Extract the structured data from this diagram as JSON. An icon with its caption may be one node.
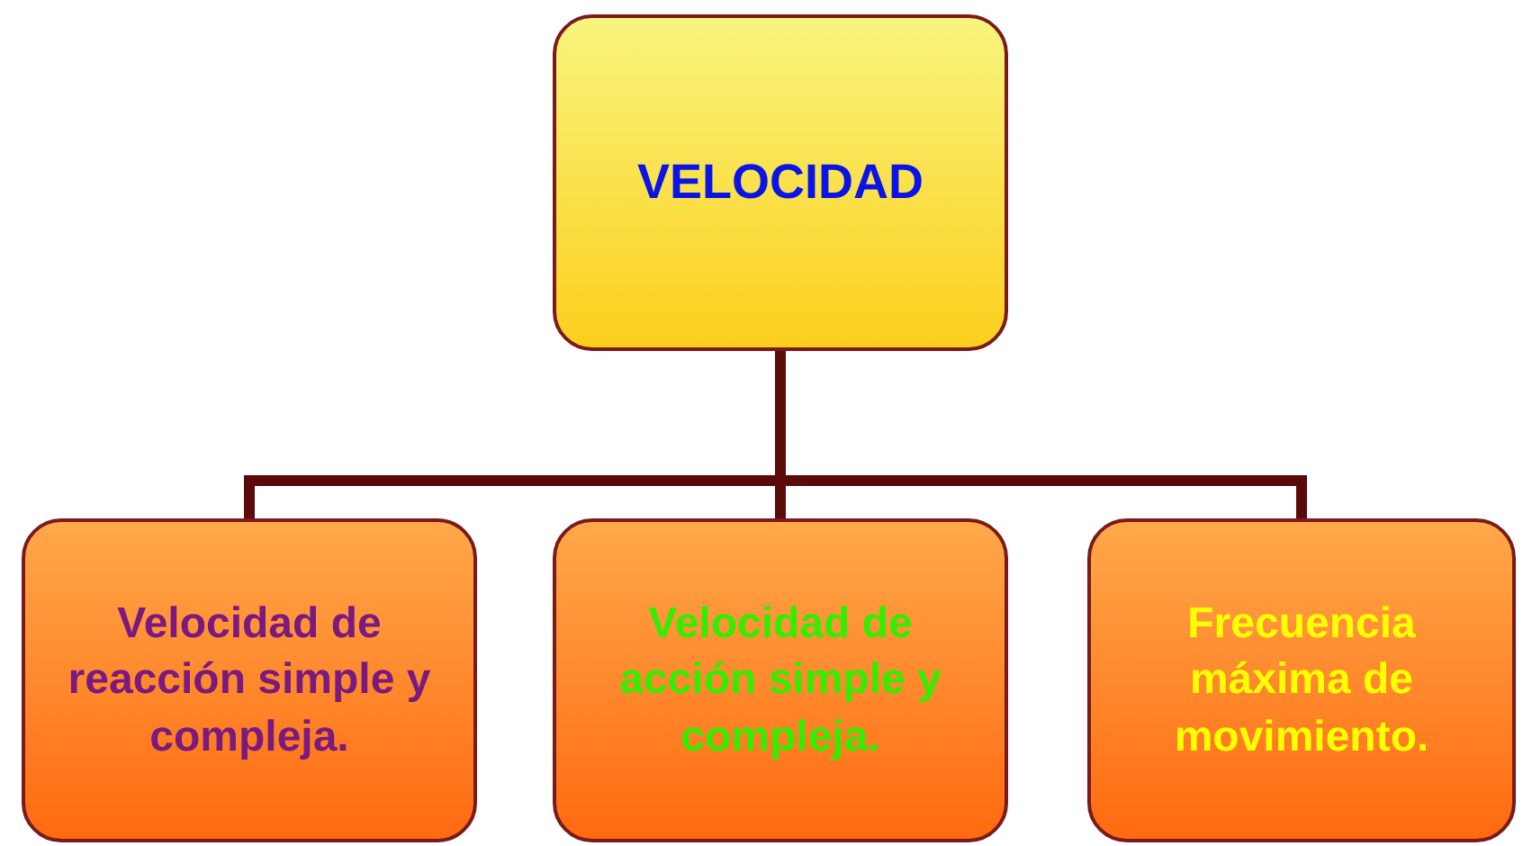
{
  "diagram": {
    "nodes": [
      {
        "text": [
          "VELOCIDAD"
        ]
      },
      {
        "text": [
          "Velocidad de reacción simple y compleja."
        ]
      },
      {
        "text": [
          "Velocidad de acción simple y compleja."
        ]
      },
      {
        "text": [
          "Frecuencia máxima de movimiento."
        ]
      }
    ],
    "edges": [
      {
        "from": 0,
        "to": 1,
        "arrow": "none"
      },
      {
        "from": 0,
        "to": 2,
        "arrow": "none"
      },
      {
        "from": 0,
        "to": 3,
        "arrow": "none"
      }
    ]
  }
}
